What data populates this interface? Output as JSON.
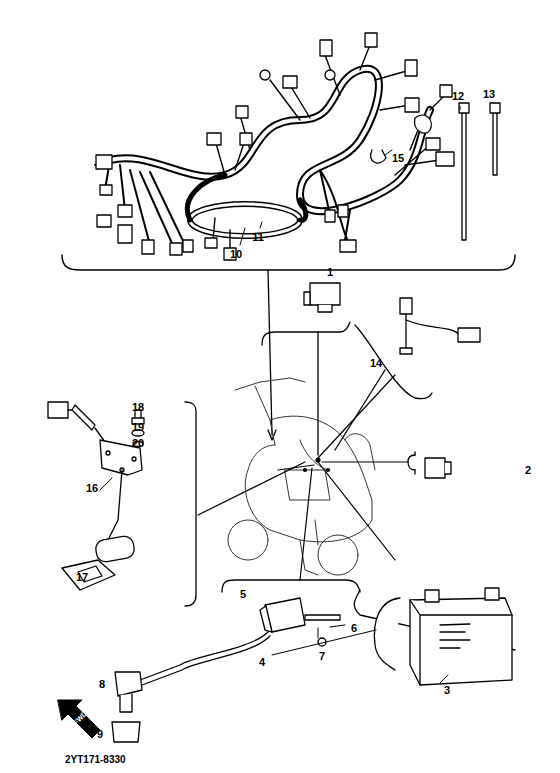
{
  "diagram": {
    "labels": [
      "12",
      "13",
      "15",
      "10",
      "11",
      "1",
      "14",
      "18",
      "19",
      "20",
      "16",
      "2",
      "17",
      "5",
      "6",
      "7",
      "8",
      "4",
      "3",
      "9",
      "FWD",
      "2YT171-8330"
    ]
  }
}
